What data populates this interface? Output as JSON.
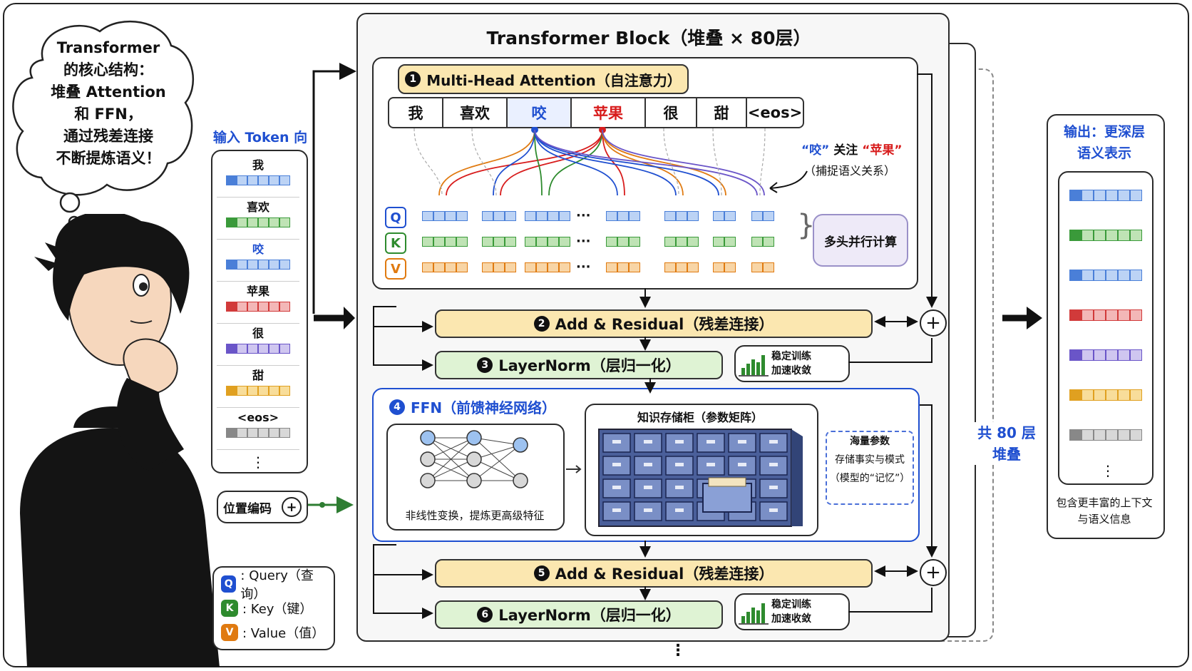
{
  "bubble": {
    "lines": [
      "Transformer",
      "的核心结构：",
      "堆叠 Attention",
      "和 FFN，",
      "通过残差连接",
      "不断提炼语义！"
    ]
  },
  "input": {
    "title": "输入 Token 向量",
    "tokens": [
      {
        "label": "我",
        "color": "#4a7fd8",
        "fill": "#bcd3f5"
      },
      {
        "label": "喜欢",
        "color": "#3a9a3a",
        "fill": "#bfe3b5"
      },
      {
        "label": "咬",
        "color": "#4a7fd8",
        "fill": "#bcd3f5"
      },
      {
        "label": "苹果",
        "color": "#d13a3a",
        "fill": "#f3b7b7"
      },
      {
        "label": "很",
        "color": "#6a55c8",
        "fill": "#cfc6f0"
      },
      {
        "label": "甜",
        "color": "#e0a020",
        "fill": "#f8dd9a"
      },
      {
        "label": "<eos>",
        "color": "#888888",
        "fill": "#d8d8d8"
      }
    ],
    "more": "⋮",
    "pos_encoding": "位置编码"
  },
  "legend": [
    {
      "key": "Q",
      "text": ": Query（查询）",
      "color": "#1f4fd0"
    },
    {
      "key": "K",
      "text": ": Key（键）",
      "color": "#2e8b2e"
    },
    {
      "key": "V",
      "text": ": Value（值）",
      "color": "#e07a10"
    }
  ],
  "block": {
    "title": "Transformer Block（堆叠 × 80层）",
    "mha": {
      "title": "Multi-Head Attention（自注意力）",
      "num": "1",
      "tokens": [
        "我",
        "喜欢",
        "咬",
        "苹果",
        "很",
        "甜",
        "<eos>"
      ],
      "annotation_q1": "“咬”",
      "annotation_mid": "关注",
      "annotation_q2": "“苹果”",
      "annotation_sub": "（捕捉语义关系）",
      "parallel": "多头并行计算",
      "q": "Q",
      "k": "K",
      "v": "V",
      "dots": "···"
    },
    "add1": {
      "num": "2",
      "label": "Add & Residual（残差连接）"
    },
    "ln1": {
      "num": "3",
      "label": "LayerNorm（层归一化）"
    },
    "stable1": {
      "line1": "稳定训练",
      "line2": "加速收敛"
    },
    "ffn": {
      "num": "4",
      "title": "FFN（前馈神经网络）",
      "nn_caption": "非线性变换，提炼更高级特征",
      "cabinet_title": "知识存储柜（参数矩阵）",
      "mem_line1": "海量参数",
      "mem_line2": "存储事实与模式",
      "mem_line3": "（模型的“记忆”）"
    },
    "add2": {
      "num": "5",
      "label": "Add & Residual（残差连接）"
    },
    "ln2": {
      "num": "6",
      "label": "LayerNorm（层归一化）"
    },
    "stable2": {
      "line1": "稳定训练",
      "line2": "加速收敛"
    },
    "plus": "+",
    "bottom_dots": "⋮"
  },
  "stack": {
    "line1": "共 80 层",
    "line2": "堆叠"
  },
  "output": {
    "title_line1": "输出：更深层",
    "title_line2": "语义表示",
    "vectors": [
      {
        "color": "#4a7fd8",
        "fill": "#bcd3f5"
      },
      {
        "color": "#3a9a3a",
        "fill": "#bfe3b5"
      },
      {
        "color": "#4a7fd8",
        "fill": "#bcd3f5"
      },
      {
        "color": "#d13a3a",
        "fill": "#f3b7b7"
      },
      {
        "color": "#6a55c8",
        "fill": "#cfc6f0"
      },
      {
        "color": "#e0a020",
        "fill": "#f8dd9a"
      },
      {
        "color": "#888888",
        "fill": "#d8d8d8"
      }
    ],
    "more": "⋮",
    "caption_line1": "包含更丰富的上下文",
    "caption_line2": "与语义信息"
  },
  "colors": {
    "q": "#1f4fd0",
    "k": "#2e8b2e",
    "v": "#e07a10",
    "accent": "#1f4fd0",
    "pos_arrow": "#2e7d32"
  }
}
